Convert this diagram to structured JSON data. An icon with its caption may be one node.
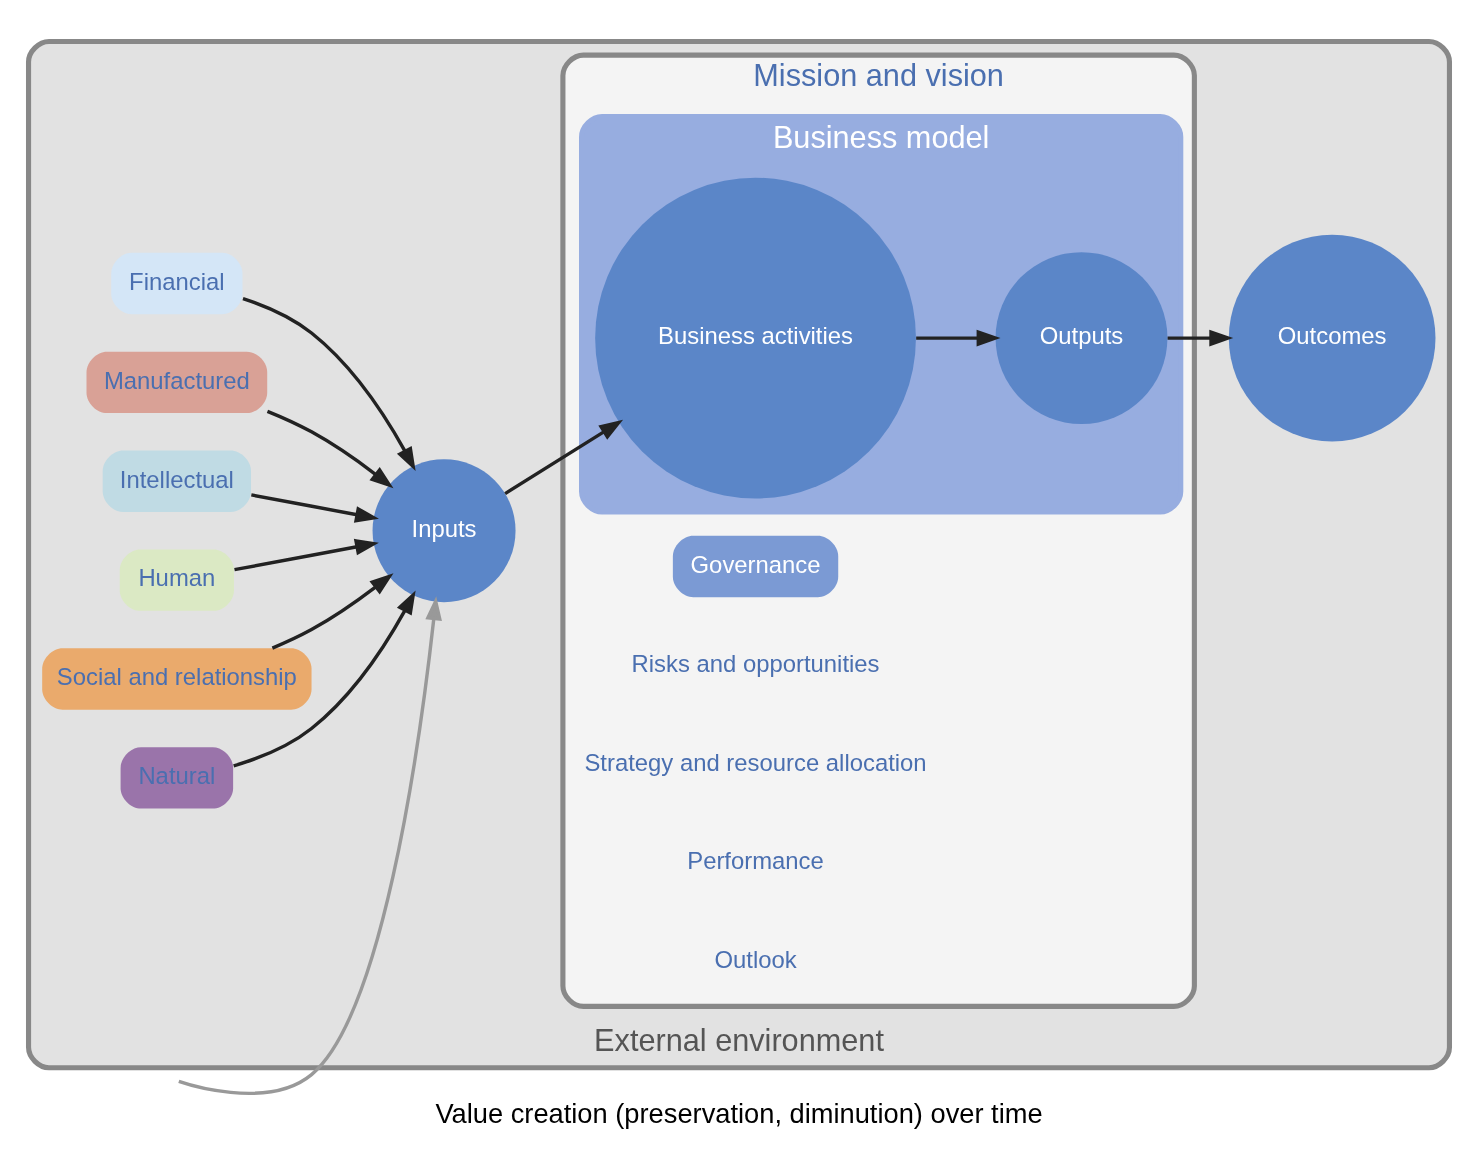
{
  "diagram": {
    "caption": "Value creation (preservation, diminution) over time",
    "nodes": [
      {
        "text": [
          "External environment"
        ]
      },
      {
        "text": [
          "Financial"
        ],
        "in": 0
      },
      {
        "text": [
          "Manufactured"
        ],
        "in": 0
      },
      {
        "text": [
          "Intellectual"
        ],
        "in": 0
      },
      {
        "text": [
          "Human"
        ],
        "in": 0
      },
      {
        "text": [
          "Social and relationship"
        ],
        "in": 0
      },
      {
        "text": [
          "Natural"
        ],
        "in": 0
      },
      {
        "text": [
          "Mission and vision"
        ],
        "in": 0
      },
      {
        "text": [
          "Governance"
        ],
        "in": 7
      },
      {
        "text": [
          "Business model"
        ],
        "in": 7
      },
      {
        "text": [
          "Inputs"
        ],
        "in": 0
      },
      {
        "text": [
          "Business activities"
        ],
        "in": 9
      },
      {
        "text": [
          "Outputs"
        ],
        "in": 9
      },
      {
        "text": [
          "Outcomes"
        ],
        "in": 0
      }
    ],
    "edges": [
      {
        "from": 1,
        "to": 10,
        "arrow": "to"
      },
      {
        "from": 2,
        "to": 10,
        "arrow": "to"
      },
      {
        "from": 3,
        "to": 10,
        "arrow": "to"
      },
      {
        "from": 4,
        "to": 10,
        "arrow": "to"
      },
      {
        "from": 5,
        "to": 10,
        "arrow": "to"
      },
      {
        "from": 6,
        "to": 10,
        "arrow": "to"
      },
      {
        "from": 10,
        "to": 11,
        "arrow": "to"
      },
      {
        "from": 11,
        "to": 12,
        "arrow": "to"
      },
      {
        "from": 12,
        "to": 13,
        "arrow": "to"
      },
      {
        "from": null,
        "to": 10,
        "arrow": "to",
        "color": "#999999"
      }
    ],
    "labels": [
      "Risks and opportunities",
      "Strategy and resource allocation",
      "Performance",
      "Outlook"
    ]
  }
}
